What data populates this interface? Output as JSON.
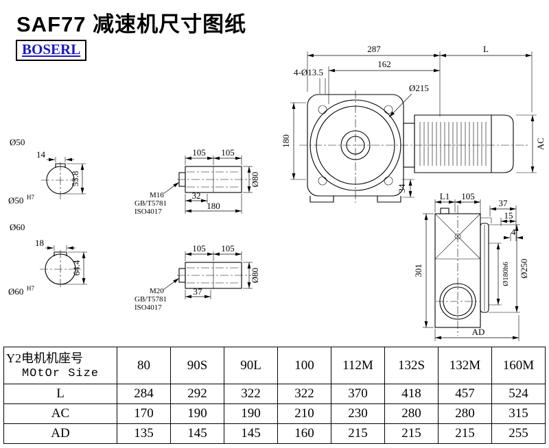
{
  "page": {
    "title": "SAF77 减速机尺寸图纸",
    "brand": "BOSERL"
  },
  "colors": {
    "brand_text": "#1a18c4",
    "line": "#000000"
  },
  "front_view": {
    "dim_287": "287",
    "dim_l": "L",
    "dim_162": "162",
    "holes": "4-Ø13.5",
    "d215": "Ø215",
    "dim_180": "180",
    "dim_34": "34",
    "dim_ac": "AC"
  },
  "bore_small": {
    "label": "Ø50",
    "key_width": "14",
    "key_height": "53.8",
    "bore": "Ø50",
    "tol": "H7"
  },
  "bore_large": {
    "label": "Ø60",
    "key_width": "18",
    "key_height": "64.4",
    "bore": "Ø60",
    "tol": "H7"
  },
  "shaft_top": {
    "dim_105a": "105",
    "dim_105b": "105",
    "thread": "M16",
    "std1": "GB/T5781",
    "std2": "ISO4017",
    "dim_32": "32",
    "dim_180": "180",
    "d80": "Ø80"
  },
  "shaft_bottom": {
    "dim_105a": "105",
    "dim_105b": "105",
    "thread": "M20",
    "std1": "GB/T5781",
    "std2": "ISO4017",
    "dim_37": "37",
    "d80": "Ø80"
  },
  "side_view": {
    "dim_l1": "L1",
    "dim_105": "105",
    "dim_37": "37",
    "dim_15": "15",
    "dim_4": "4",
    "dim_301": "301",
    "d180": "Ø180h6",
    "d250": "Ø250",
    "dim_ad": "AD"
  },
  "table": {
    "header_line1": "Y2电机机座号",
    "header_line2": "MOtOr Size",
    "columns": [
      "80",
      "90S",
      "90L",
      "100",
      "112M",
      "132S",
      "132M",
      "160M"
    ],
    "rows": [
      {
        "label": "L",
        "values": [
          "284",
          "292",
          "322",
          "322",
          "370",
          "418",
          "457",
          "524"
        ]
      },
      {
        "label": "AC",
        "values": [
          "170",
          "190",
          "190",
          "210",
          "230",
          "280",
          "280",
          "315"
        ]
      },
      {
        "label": "AD",
        "values": [
          "135",
          "145",
          "145",
          "160",
          "215",
          "215",
          "215",
          "255"
        ]
      }
    ]
  }
}
